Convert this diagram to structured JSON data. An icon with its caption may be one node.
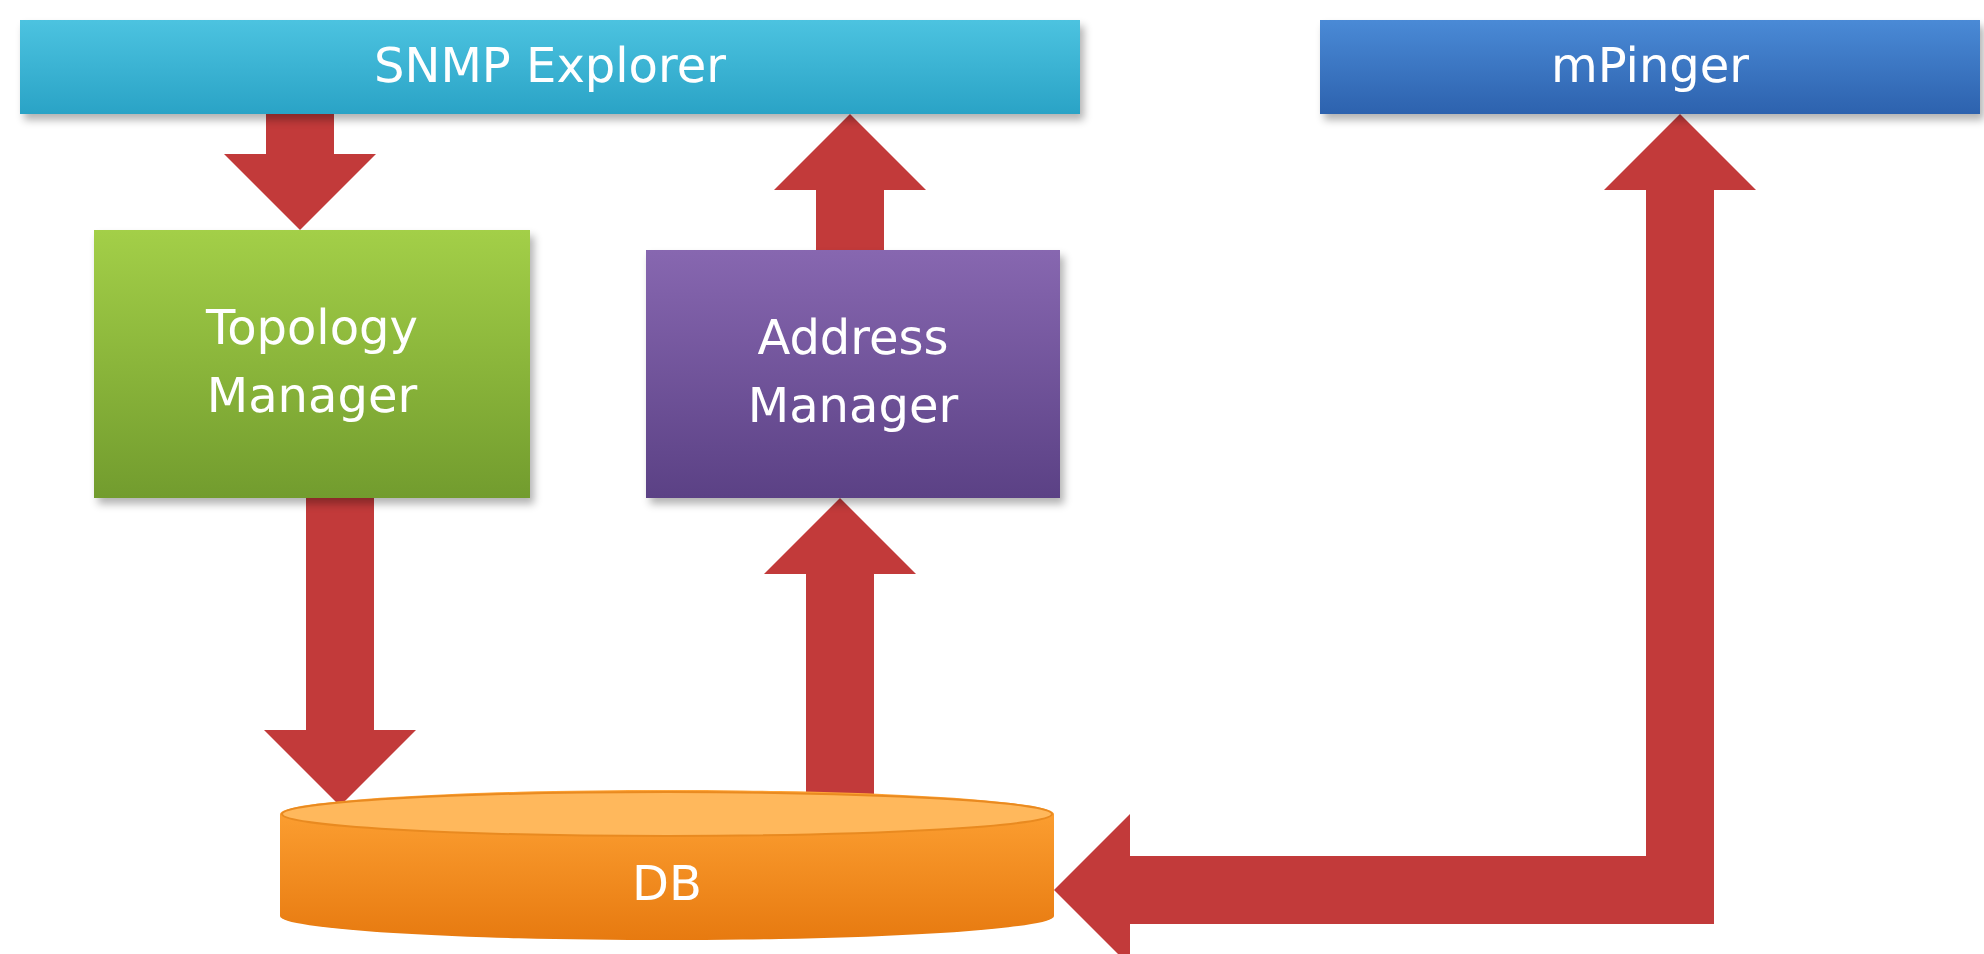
{
  "diagram": {
    "nodes": [
      {
        "text": [
          "SNMP Explorer"
        ]
      },
      {
        "text": [
          "mPinger"
        ]
      },
      {
        "text": [
          "Topology Manager"
        ]
      },
      {
        "text": [
          "Address Manager"
        ]
      },
      {
        "text": [
          "DB"
        ]
      }
    ],
    "edges": [
      {
        "from": 0,
        "to": 2,
        "arrow": "to"
      },
      {
        "from": 3,
        "to": 0,
        "arrow": "to"
      },
      {
        "from": 2,
        "to": 4,
        "arrow": "to"
      },
      {
        "from": 4,
        "to": 3,
        "arrow": "to"
      },
      {
        "from": 1,
        "to": 4,
        "arrow": "both"
      }
    ]
  }
}
